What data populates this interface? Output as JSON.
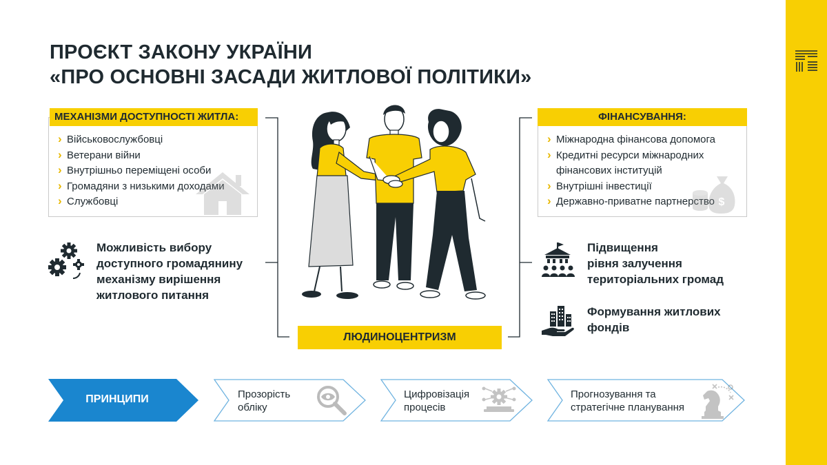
{
  "title": {
    "line1": "ПРОЄКТ ЗАКОНУ УКРАЇНИ",
    "line2": "«ПРО ОСНОВНІ ЗАСАДИ ЖИТЛОВОЇ ПОЛІТИКИ»"
  },
  "mechanisms": {
    "heading": "МЕХАНІЗМИ ДОСТУПНОСТІ ЖИТЛА:",
    "items": [
      "Військовослужбовці",
      "Ветерани війни",
      "Внутрішньо переміщені особи",
      "Громадяни з низькими доходами",
      "Службовці"
    ]
  },
  "financing": {
    "heading": "ФІНАНСУВАННЯ:",
    "items": [
      "Міжнародна фінансова допомога",
      "Кредитні ресурси міжнародних",
      "фінансових інституцій",
      "Внутрішні інвестиції",
      "Державно-приватне партнерство"
    ]
  },
  "choice": {
    "line1": "Можливість вибору",
    "line2": "доступного громадянину",
    "line3": "механізму вирішення",
    "line4": "житлового питання"
  },
  "communities": {
    "line1": "Підвищення",
    "line2": "рівня залучення",
    "line3": "територіальних громад"
  },
  "funds": {
    "line1": "Формування житлових",
    "line2": "фондів"
  },
  "center_label": "ЛЮДИНОЦЕНТРИЗМ",
  "principles": {
    "label": "ПРИНЦИПИ",
    "items": [
      {
        "line1": "Прозорість",
        "line2": "обліку"
      },
      {
        "line1": "Цифровізація",
        "line2": "процесів"
      },
      {
        "line1": "Прогнозування та",
        "line2": "стратегічне планування"
      }
    ]
  },
  "colors": {
    "accent_yellow": "#f8cf03",
    "principles_blue": "#1a86cf",
    "dark": "#1f2a30"
  }
}
